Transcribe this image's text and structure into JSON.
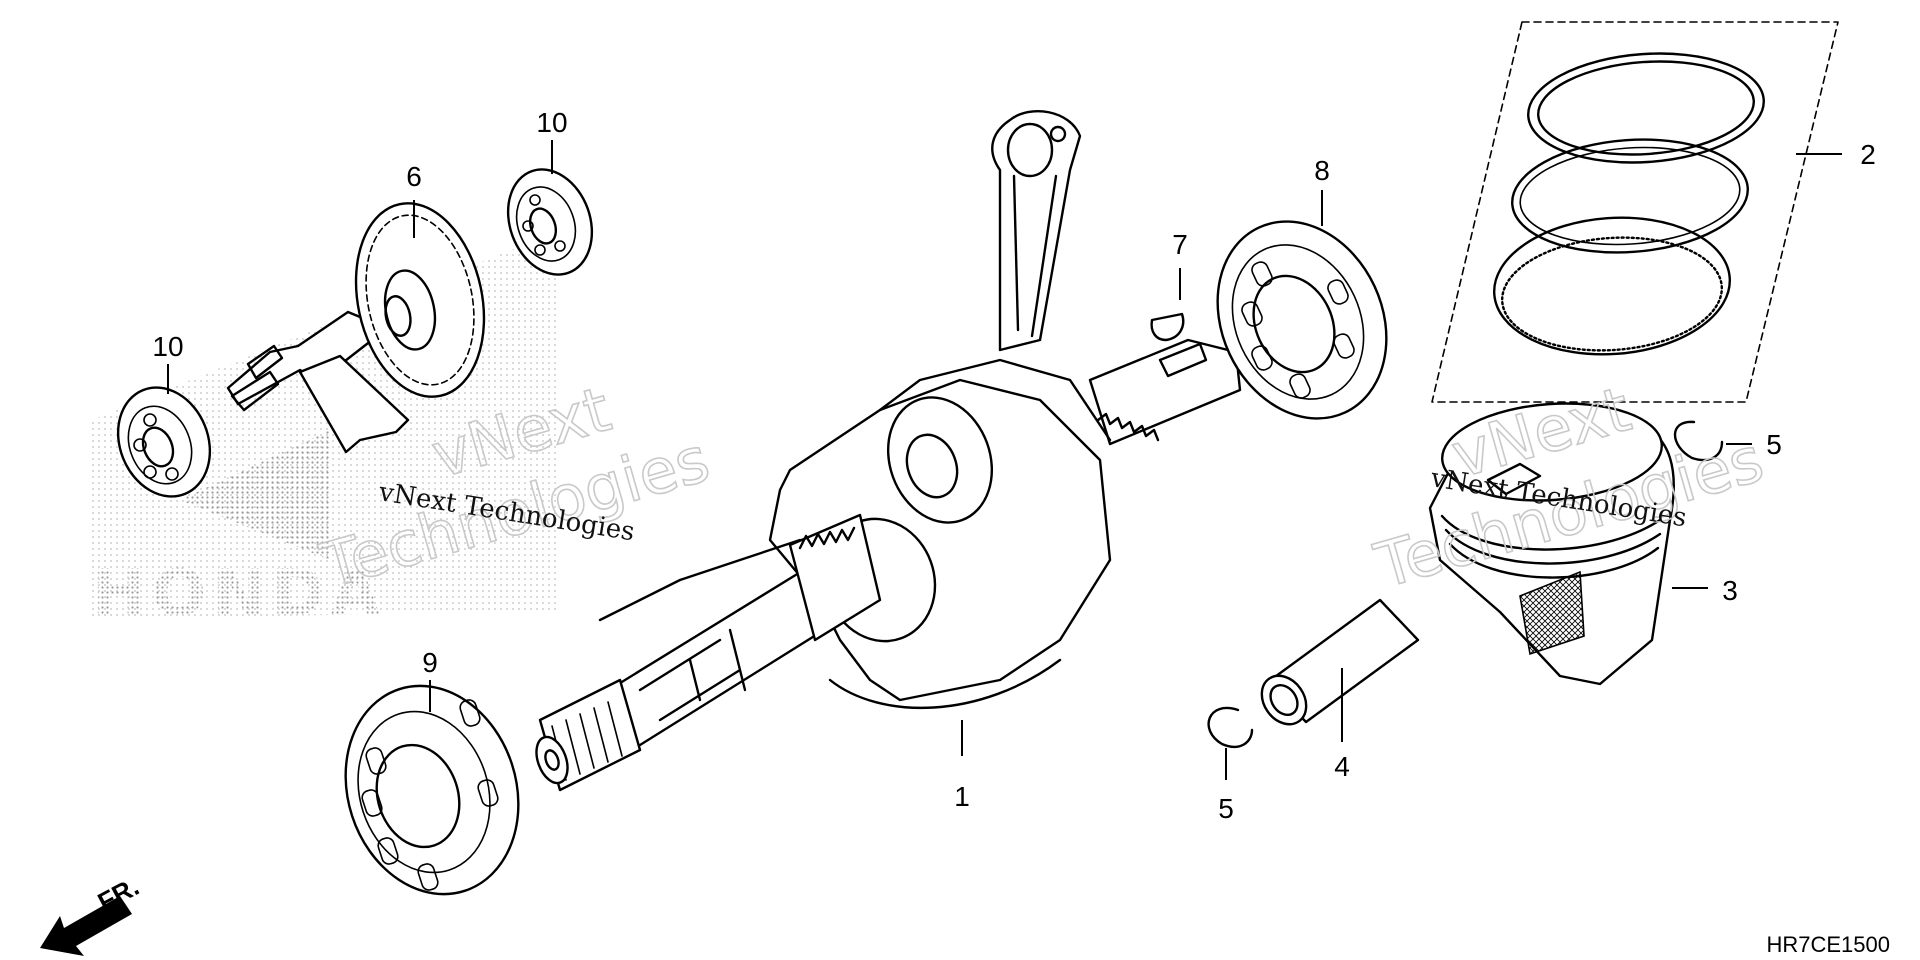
{
  "diagram": {
    "code": "HR7CE1500",
    "front_label": "FR.",
    "watermarks": {
      "company_line": "vNext Technologies",
      "ghost_word_1": "vNext",
      "ghost_word_2": "Technologies"
    },
    "logo_text": "HONDA",
    "callouts": [
      {
        "id": "c1",
        "text": "1"
      },
      {
        "id": "c2",
        "text": "2"
      },
      {
        "id": "c3",
        "text": "3"
      },
      {
        "id": "c4",
        "text": "4"
      },
      {
        "id": "c5a",
        "text": "5"
      },
      {
        "id": "c5b",
        "text": "5"
      },
      {
        "id": "c6",
        "text": "6"
      },
      {
        "id": "c7",
        "text": "7"
      },
      {
        "id": "c8",
        "text": "8"
      },
      {
        "id": "c9",
        "text": "9"
      },
      {
        "id": "c10a",
        "text": "10"
      },
      {
        "id": "c10b",
        "text": "10"
      }
    ]
  }
}
